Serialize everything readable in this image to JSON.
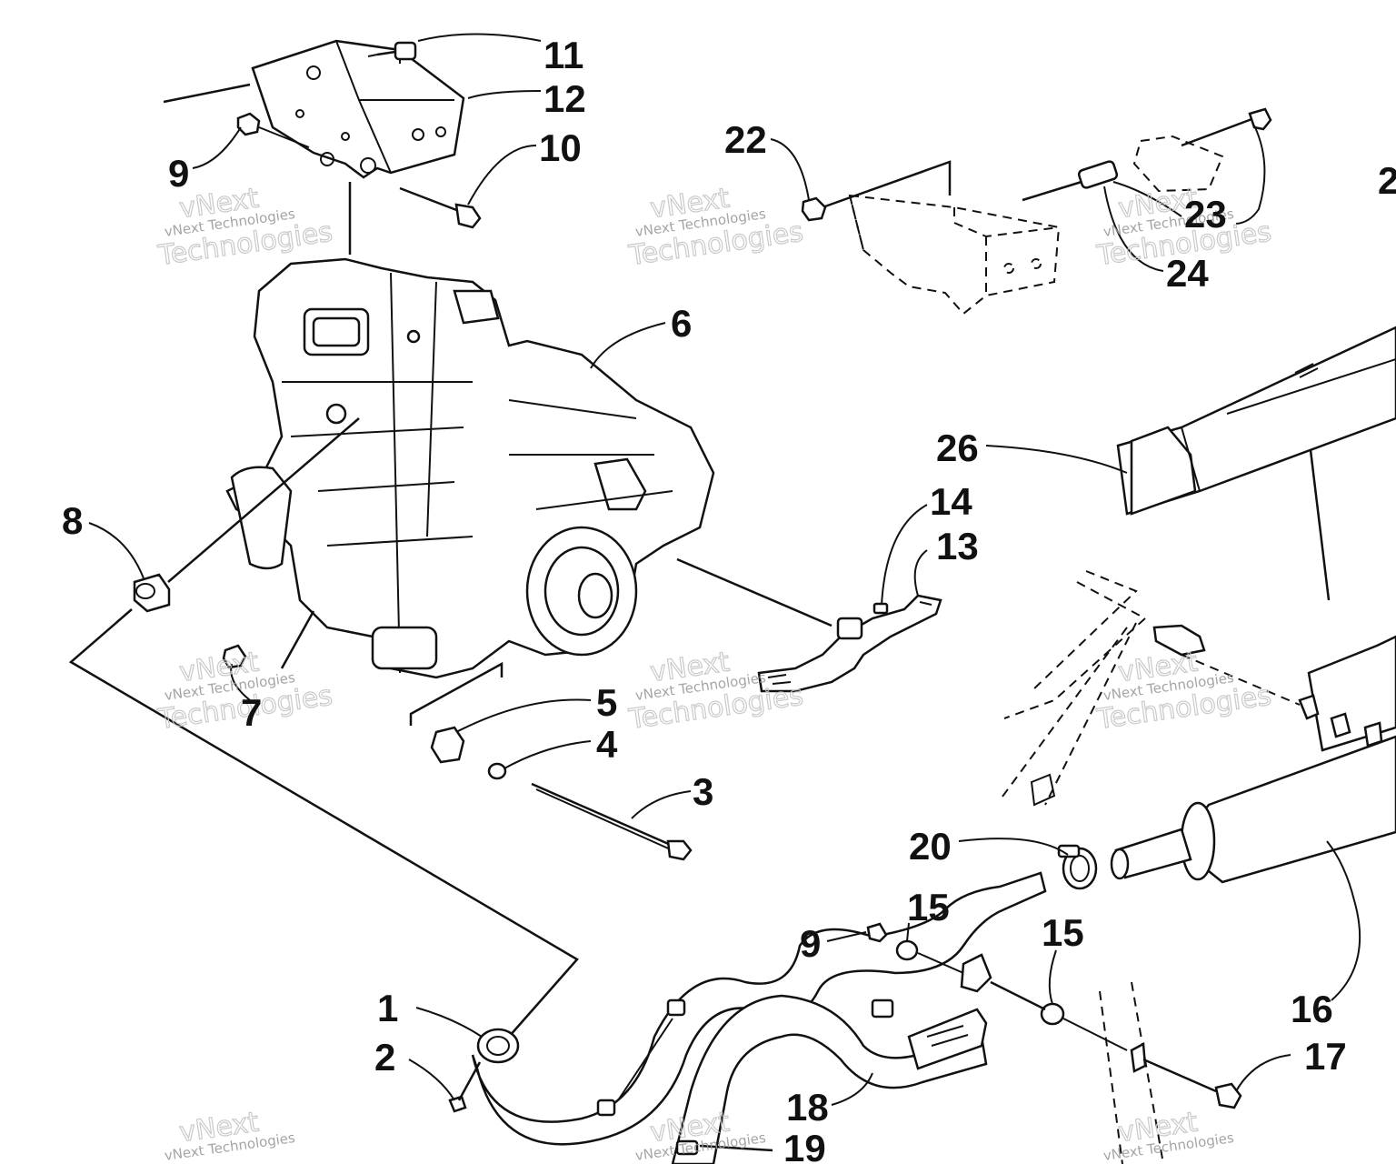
{
  "callouts": {
    "c1": "1",
    "c2": "2",
    "c3": "3",
    "c4": "4",
    "c5": "5",
    "c6": "6",
    "c7": "7",
    "c8": "8",
    "c9a": "9",
    "c9b": "9",
    "c10": "10",
    "c11": "11",
    "c12": "12",
    "c13": "13",
    "c14": "14",
    "c15a": "15",
    "c15b": "15",
    "c16": "16",
    "c17": "17",
    "c18": "18",
    "c19": "19",
    "c20": "20",
    "c22": "22",
    "c23": "23",
    "c24": "24",
    "c26": "26",
    "c2edge": "2"
  },
  "watermark": {
    "line1": "vNext",
    "line2": "vNext Technologies",
    "line3": "Technologies"
  },
  "colors": {
    "ink": "#111111",
    "watermark": "#9a9a9a",
    "background": "#ffffff"
  }
}
